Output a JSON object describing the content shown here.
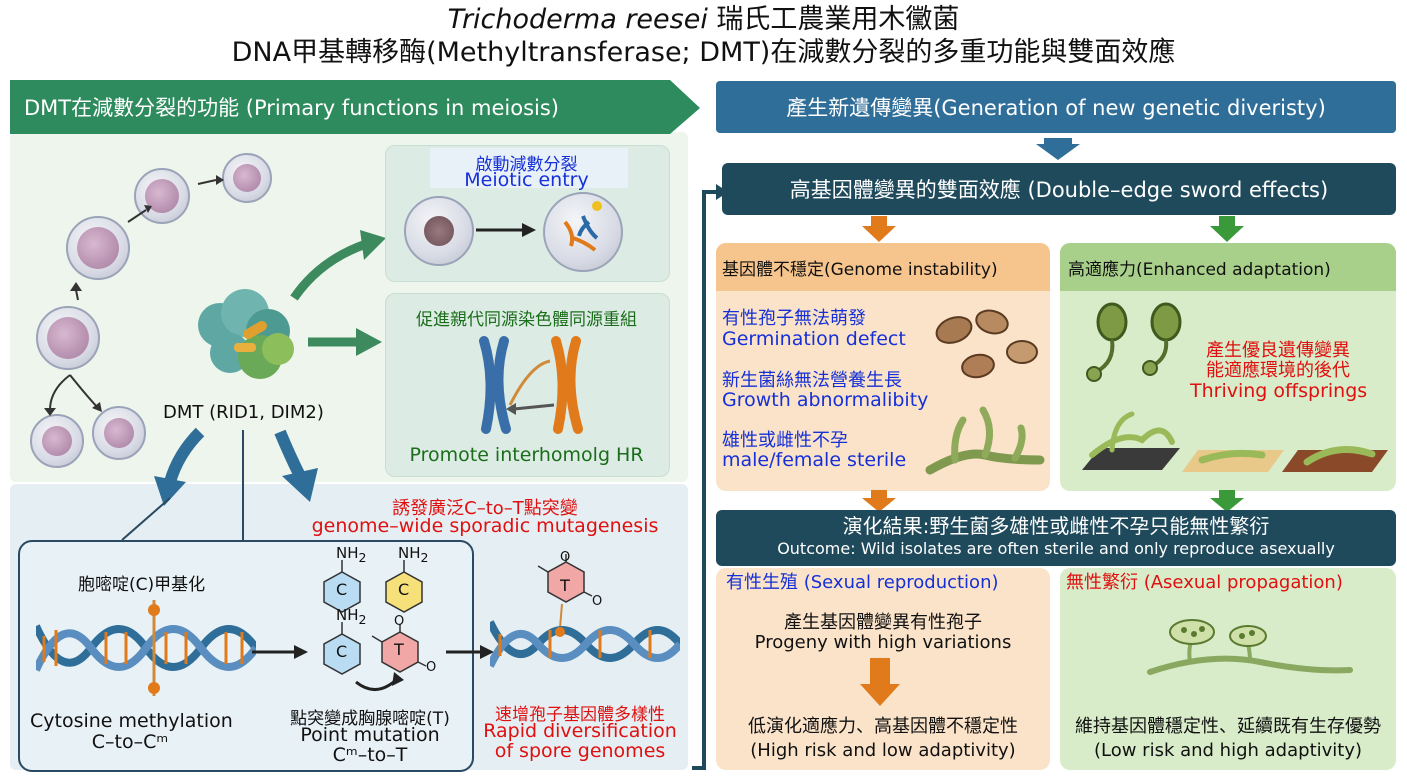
{
  "title": {
    "line1_species": "Trichoderma reesei",
    "line1_rest": " 瑞氏工農業用木黴菌",
    "line2": "DNA甲基轉移酶(Methyltransferase; DMT)在減數分裂的多重功能與雙面效應"
  },
  "left": {
    "header": "DMT在減數分裂的功能 (Primary functions in meiosis)",
    "meiotic_entry_zh": "啟動減數分裂",
    "meiotic_entry_en": "Meiotic entry",
    "hr_zh": "促進親代同源染色體同源重組",
    "hr_en": "Promote interhomolg HR",
    "dmt_label": "DMT (RID1, DIM2)",
    "mutagenesis_zh": "誘發廣泛C–to–T點突變",
    "mutagenesis_en": "genome–wide sporadic mutagenesis",
    "methylation_zh": "胞嘧啶(C)甲基化",
    "methylation_en": "Cytosine methylation",
    "methylation_sub": "C–to–Cᵐ",
    "point_mut_zh": "點突變成胸腺嘧啶(T)",
    "point_mut_en": "Point mutation",
    "point_mut_sub": "Cᵐ–to–T",
    "rapid_zh": "速增孢子基因體多樣性",
    "rapid_en1": "Rapid diversification",
    "rapid_en2": "of spore genomes",
    "base_C": "C",
    "base_T": "T",
    "nh2": "NH",
    "sub2": "2",
    "oxy": "O"
  },
  "right": {
    "generation": "產生新遺傳變異(Generation of new genetic diveristy)",
    "double_edge": "高基因體變異的雙面效應 (Double–edge sword effects)",
    "instability_header": "基因體不穩定(Genome instability)",
    "adaptation_header": "高適應力(Enhanced adaptation)",
    "germ_zh": "有性孢子無法萌發",
    "germ_en": "Germination defect",
    "growth_zh": "新生菌絲無法營養生長",
    "growth_en": "Growth abnormalibity",
    "sterile_zh": "雄性或雌性不孕",
    "sterile_en": "male/female sterile",
    "thriving_zh1": "產生優良遺傳變異",
    "thriving_zh2": "能適應環境的後代",
    "thriving_en": "Thriving offsprings",
    "outcome_zh": "演化結果:野生菌多雄性或雌性不孕只能無性繁衍",
    "outcome_en": "Outcome: Wild isolates are often sterile and only reproduce asexually",
    "sexual_header": "有性生殖 (Sexual reproduction)",
    "asexual_header": "無性繁衍 (Asexual  propagation)",
    "progeny_zh": "產生基因體變異有性孢子",
    "progeny_en": "Progeny with high variations",
    "low_adapt_zh": "低演化適應力、高基因體不穩定性",
    "low_adapt_en": "(High risk and low adaptivity)",
    "maintain_zh": "維持基因體穩定性、延續既有生存優勢",
    "maintain_en": "(Low risk and high adaptivity)"
  },
  "colors": {
    "green_header": "#2e8b5e",
    "blue_header": "#2f6e98",
    "dark_header": "#1f4a5c",
    "orange_arrow": "#e07a1a",
    "green_arrow": "#3a9a3a"
  }
}
